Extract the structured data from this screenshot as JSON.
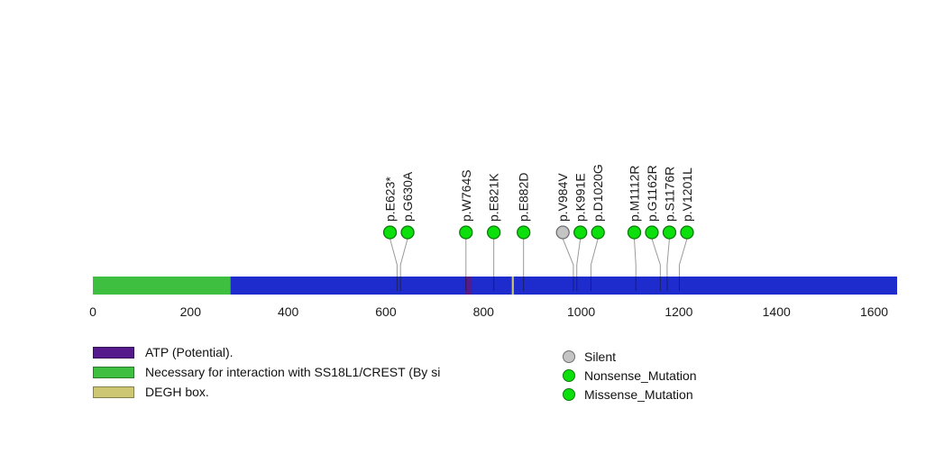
{
  "chart_data": {
    "type": "lollipop",
    "title": "",
    "xlabel": "",
    "ylabel": "",
    "protein_length": 1647,
    "xlim": [
      0,
      1647
    ],
    "x_ticks": [
      0,
      200,
      400,
      600,
      800,
      1000,
      1200,
      1400,
      1600
    ],
    "grid": "off",
    "legend_position": "bottom",
    "backbone_color": "#1e2bcd",
    "stem_color": "#9a9a9a",
    "anchor_tick_color": "rgba(25,25,25,0.6)",
    "text_color": "#1a1a1a",
    "domains": [
      {
        "label": "ATP (Potential).",
        "start": 763,
        "end": 775,
        "color": "#551a8b"
      },
      {
        "label": "Necessary for interaction with SS18L1/CREST (By si",
        "start": 0,
        "end": 282,
        "color": "#3fbf3f"
      },
      {
        "label": "DEGH box.",
        "start": 858,
        "end": 862,
        "color": "#cdc673"
      }
    ],
    "mutation_types": [
      {
        "label": "Silent",
        "fill": "#c4c4c4",
        "stroke": "#6f6f6f"
      },
      {
        "label": "Nonsense_Mutation",
        "fill": "#0ce00c",
        "stroke": "#0a7a0a"
      },
      {
        "label": "Missense_Mutation",
        "fill": "#0ce00c",
        "stroke": "#0a7a0a"
      }
    ],
    "mutations": [
      {
        "label": "p.E623*",
        "pos": 623,
        "type": "Nonsense_Mutation"
      },
      {
        "label": "p.G630A",
        "pos": 630,
        "type": "Missense_Mutation"
      },
      {
        "label": "p.W764S",
        "pos": 764,
        "type": "Missense_Mutation"
      },
      {
        "label": "p.E821K",
        "pos": 821,
        "type": "Missense_Mutation"
      },
      {
        "label": "p.E882D",
        "pos": 882,
        "type": "Missense_Mutation"
      },
      {
        "label": "p.V984V",
        "pos": 984,
        "type": "Silent"
      },
      {
        "label": "p.K991E",
        "pos": 991,
        "type": "Missense_Mutation"
      },
      {
        "label": "p.D1020G",
        "pos": 1020,
        "type": "Missense_Mutation"
      },
      {
        "label": "p.M1112R",
        "pos": 1112,
        "type": "Missense_Mutation"
      },
      {
        "label": "p.G1162R",
        "pos": 1162,
        "type": "Missense_Mutation"
      },
      {
        "label": "p.S1176R",
        "pos": 1176,
        "type": "Missense_Mutation"
      },
      {
        "label": "p.V1201L",
        "pos": 1201,
        "type": "Missense_Mutation"
      }
    ]
  }
}
